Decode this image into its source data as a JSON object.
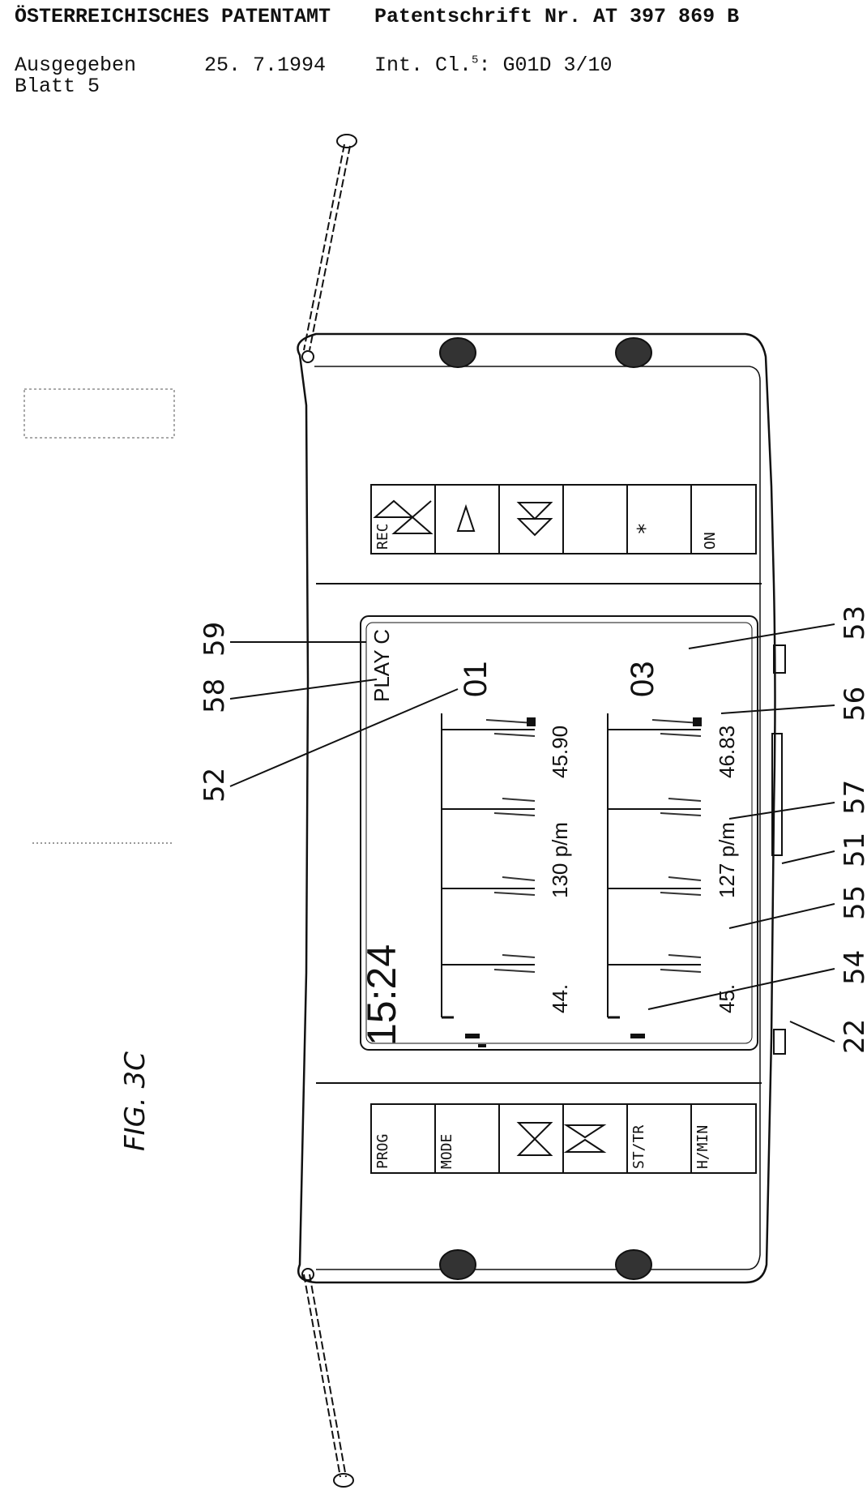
{
  "header": {
    "office": "ÖSTERREICHISCHES PATENTAMT",
    "patent_no": "Patentschrift Nr. AT 397 869 B",
    "issued_label": "Ausgegeben",
    "issued_date": "25. 7.1994",
    "int_cl": "Int. Cl.",
    "int_cl_sup": "5",
    "int_cl_value": ": G01D 3/10",
    "sheet": "Blatt 5"
  },
  "figure": {
    "caption": "FIG. 3C",
    "keys_top": [
      "REC",
      "",
      "",
      "",
      "*",
      "ON"
    ],
    "keys_bottom": [
      "PROG",
      "MODE",
      "",
      "",
      "ST/TR",
      "H/MIN"
    ],
    "display": {
      "time": "15:24",
      "mode": "PLAY C",
      "channel_1": "01",
      "channel_2": "03",
      "rate_1": "130 p/m",
      "rate_2": "127 p/m",
      "value_1": "45.90",
      "value_2": "46.83",
      "scale_1": "44.",
      "scale_2": "45."
    },
    "reference_numerals": [
      "59",
      "58",
      "52",
      "53",
      "56",
      "57",
      "51",
      "55",
      "54",
      "22"
    ]
  }
}
